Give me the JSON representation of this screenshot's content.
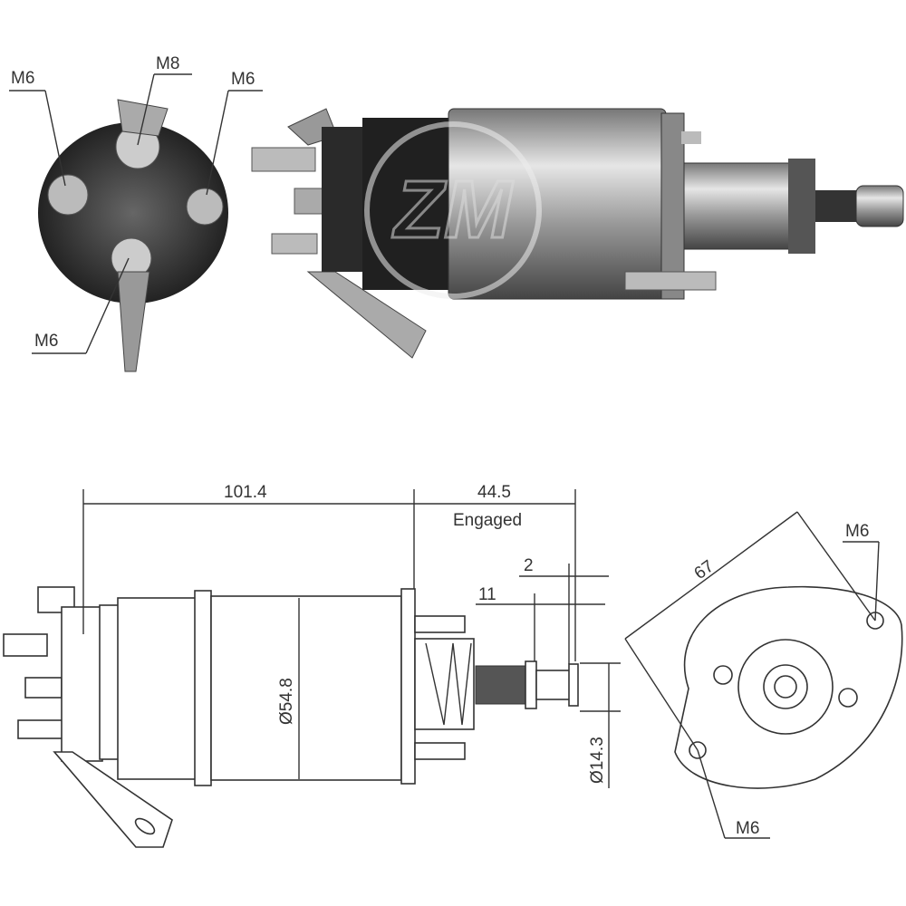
{
  "logo": {
    "text": "ZM"
  },
  "photo_end_view": {
    "labels": [
      {
        "id": "top-left",
        "text": "M6"
      },
      {
        "id": "top-center",
        "text": "M8"
      },
      {
        "id": "top-right",
        "text": "M6"
      },
      {
        "id": "bottom",
        "text": "M6"
      }
    ]
  },
  "side_drawing": {
    "length": "101.4",
    "plunger_travel": "44.5",
    "plunger_state": "Engaged",
    "gap_small": "2",
    "gap_11": "11",
    "body_diameter": "Ø54.8",
    "plunger_diameter": "Ø14.3"
  },
  "end_drawing": {
    "hole_spacing": "67",
    "hole_top": "M6",
    "hole_bottom": "M6"
  },
  "colors": {
    "line": "#333333",
    "metal_dark": "#3a3a3a",
    "metal_light": "#c8c8c8"
  }
}
